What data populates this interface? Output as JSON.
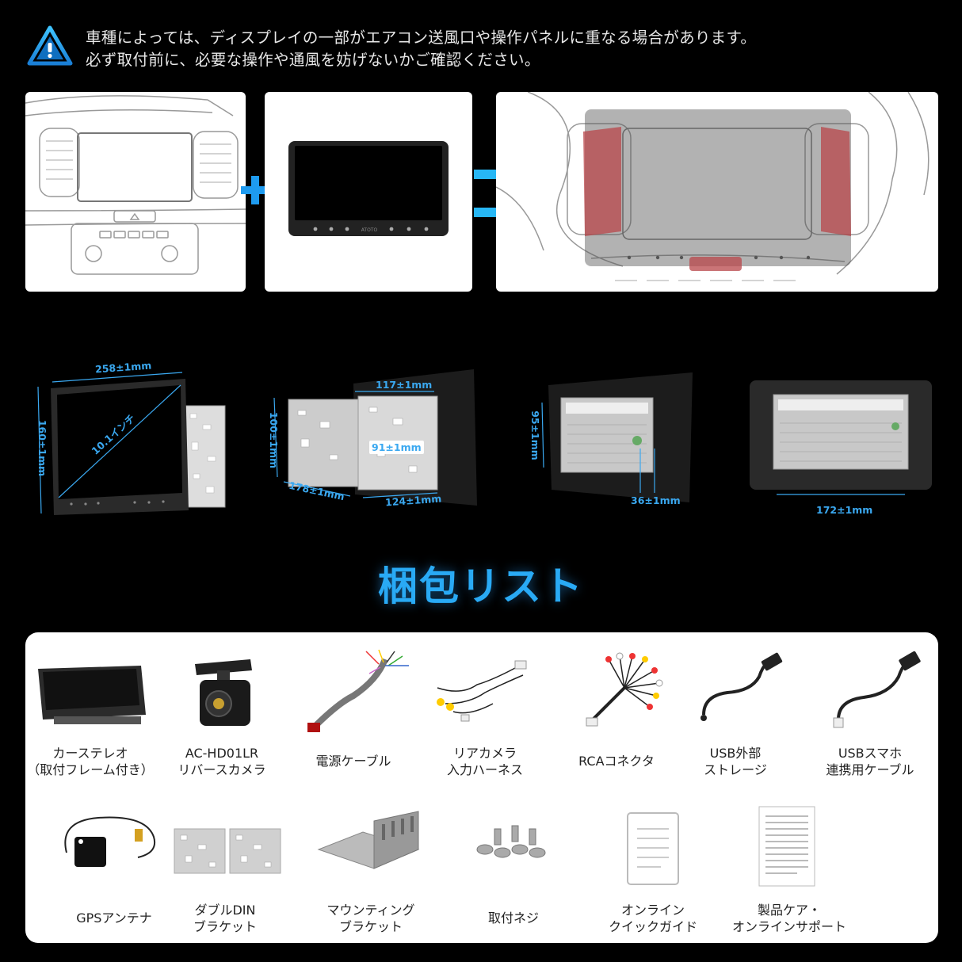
{
  "warning": {
    "icon": "warning-triangle-icon",
    "line1": "車種によっては、ディスプレイの一部がエアコン送風口や操作パネルに重なる場合があります。",
    "line2": "必ず取付前に、必要な操作や通風を妨げないかご確認ください。"
  },
  "device_brand": "ATOTO",
  "dimensions": {
    "width": "258±1mm",
    "height": "160±1mm",
    "diagonal": "10.1インチ",
    "chassis_width": "117±1mm",
    "chassis_height": "100±1mm",
    "chassis_inner": "91±1mm",
    "depth_side": "178±1mm",
    "depth_bottom": "124±1mm",
    "body_height": "95±1mm",
    "body_depth": "36±1mm",
    "rear_width": "172±1mm"
  },
  "package_title": "梱包リスト",
  "items_row1": [
    {
      "line1": "カーステレオ",
      "line2": "（取付フレーム付き）"
    },
    {
      "line1": "AC-HD01LR",
      "line2": "リバースカメラ"
    },
    {
      "line1": "電源ケーブル",
      "line2": ""
    },
    {
      "line1": "リアカメラ",
      "line2": "入力ハーネス"
    },
    {
      "line1": "RCAコネクタ",
      "line2": ""
    },
    {
      "line1": "USB外部",
      "line2": "ストレージ"
    },
    {
      "line1": "USBスマホ",
      "line2": "連携用ケーブル"
    }
  ],
  "items_row2": [
    {
      "line1": "GPSアンテナ",
      "line2": ""
    },
    {
      "line1": "ダブルDIN",
      "line2": "ブラケット"
    },
    {
      "line1": "マウンティング",
      "line2": "ブラケット"
    },
    {
      "line1": "取付ネジ",
      "line2": ""
    },
    {
      "line1": "オンライン",
      "line2": "クイックガイド"
    },
    {
      "line1": "製品ケア・",
      "line2": "オンラインサポート"
    }
  ],
  "colors": {
    "accent": "#29aaf5",
    "dimension": "#3aa8f0",
    "overlap_red": "#b8454a"
  }
}
